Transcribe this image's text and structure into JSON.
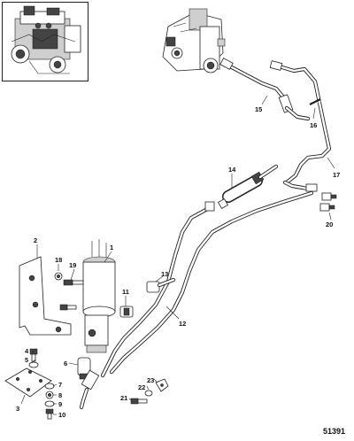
{
  "drawing_number": "51391",
  "callouts": [
    {
      "id": "c1",
      "label": "1"
    },
    {
      "id": "c2",
      "label": "2"
    },
    {
      "id": "c3",
      "label": "3"
    },
    {
      "id": "c4",
      "label": "4"
    },
    {
      "id": "c5",
      "label": "5"
    },
    {
      "id": "c6",
      "label": "6"
    },
    {
      "id": "c7",
      "label": "7"
    },
    {
      "id": "c8",
      "label": "8"
    },
    {
      "id": "c9",
      "label": "9"
    },
    {
      "id": "c10",
      "label": "10"
    },
    {
      "id": "c11",
      "label": "11"
    },
    {
      "id": "c12",
      "label": "12"
    },
    {
      "id": "c13",
      "label": "13"
    },
    {
      "id": "c14",
      "label": "14"
    },
    {
      "id": "c15",
      "label": "15"
    },
    {
      "id": "c16",
      "label": "16"
    },
    {
      "id": "c17",
      "label": "17"
    },
    {
      "id": "c18",
      "label": "18"
    },
    {
      "id": "c19",
      "label": "19"
    },
    {
      "id": "c20",
      "label": "20"
    },
    {
      "id": "c21",
      "label": "21"
    },
    {
      "id": "c22",
      "label": "22"
    },
    {
      "id": "c23",
      "label": "23"
    }
  ]
}
